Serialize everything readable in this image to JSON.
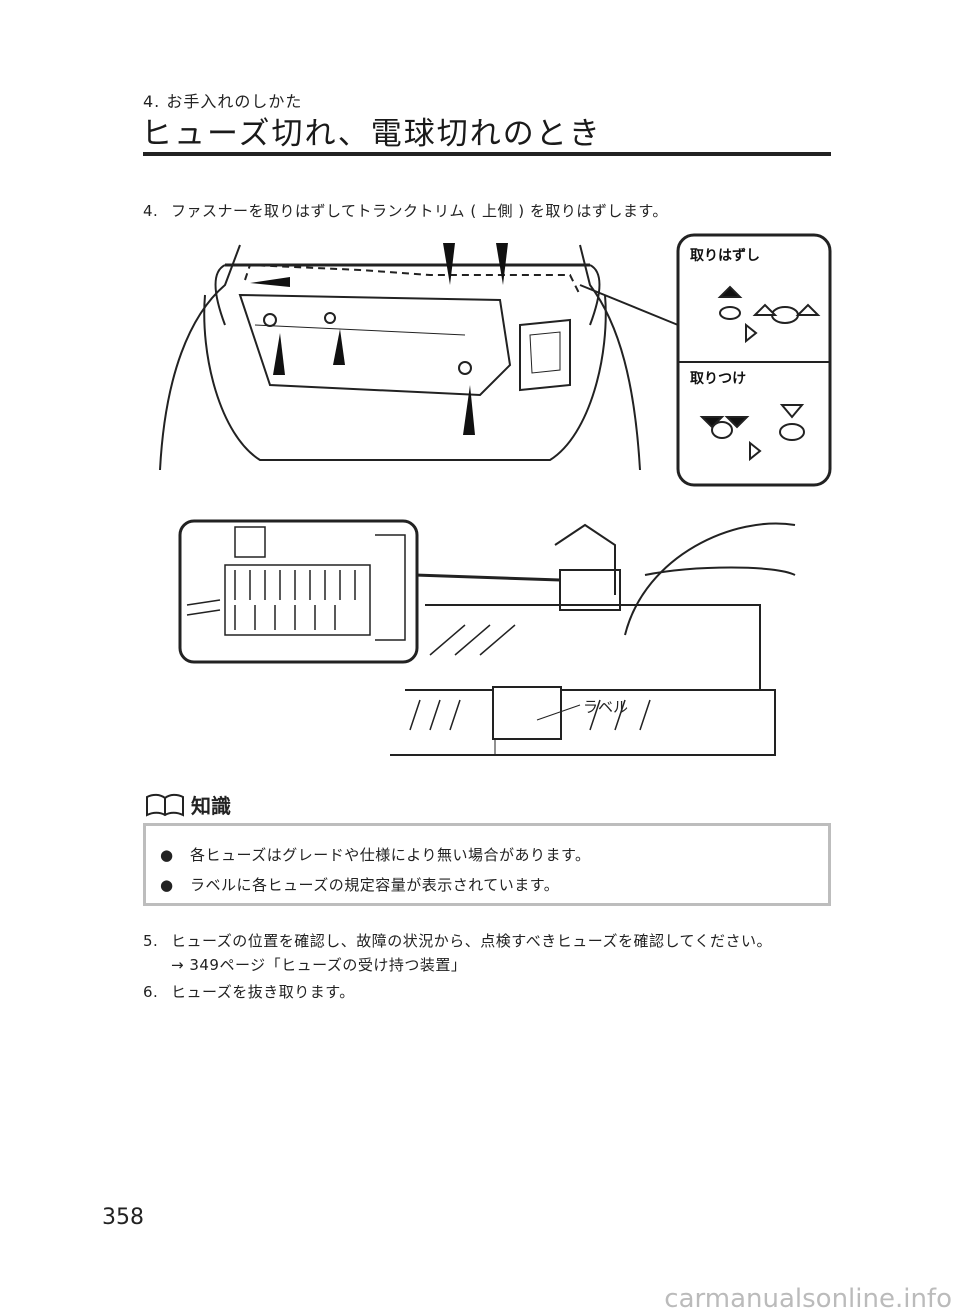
{
  "header": {
    "section": "4. お手入れのしかた",
    "title": "ヒューズ切れ、電球切れのとき"
  },
  "steps": {
    "step4": {
      "num": "4.",
      "text": "ファスナーを取りはずしてトランクトリム ( 上側 ) を取りはずします。"
    },
    "step5": {
      "num": "5.",
      "text": "ヒューズの位置を確認し、故障の状況から、点検すべきヒューズを確認してください。"
    },
    "ref": "→ 349ページ「ヒューズの受け持つ装置」",
    "step6": {
      "num": "6.",
      "text": "ヒューズを抜き取ります。"
    }
  },
  "figure1": {
    "remove_label": "取りはずし",
    "install_label": "取りつけ"
  },
  "figure2": {
    "label": "ラベル"
  },
  "knowledge": {
    "title": "知識",
    "items": [
      "各ヒューズはグレードや仕様により無い場合があります。",
      "ラベルに各ヒューズの規定容量が表示されています。"
    ]
  },
  "footer": {
    "page_number": "358",
    "watermark": "carmanualsonline.info"
  }
}
